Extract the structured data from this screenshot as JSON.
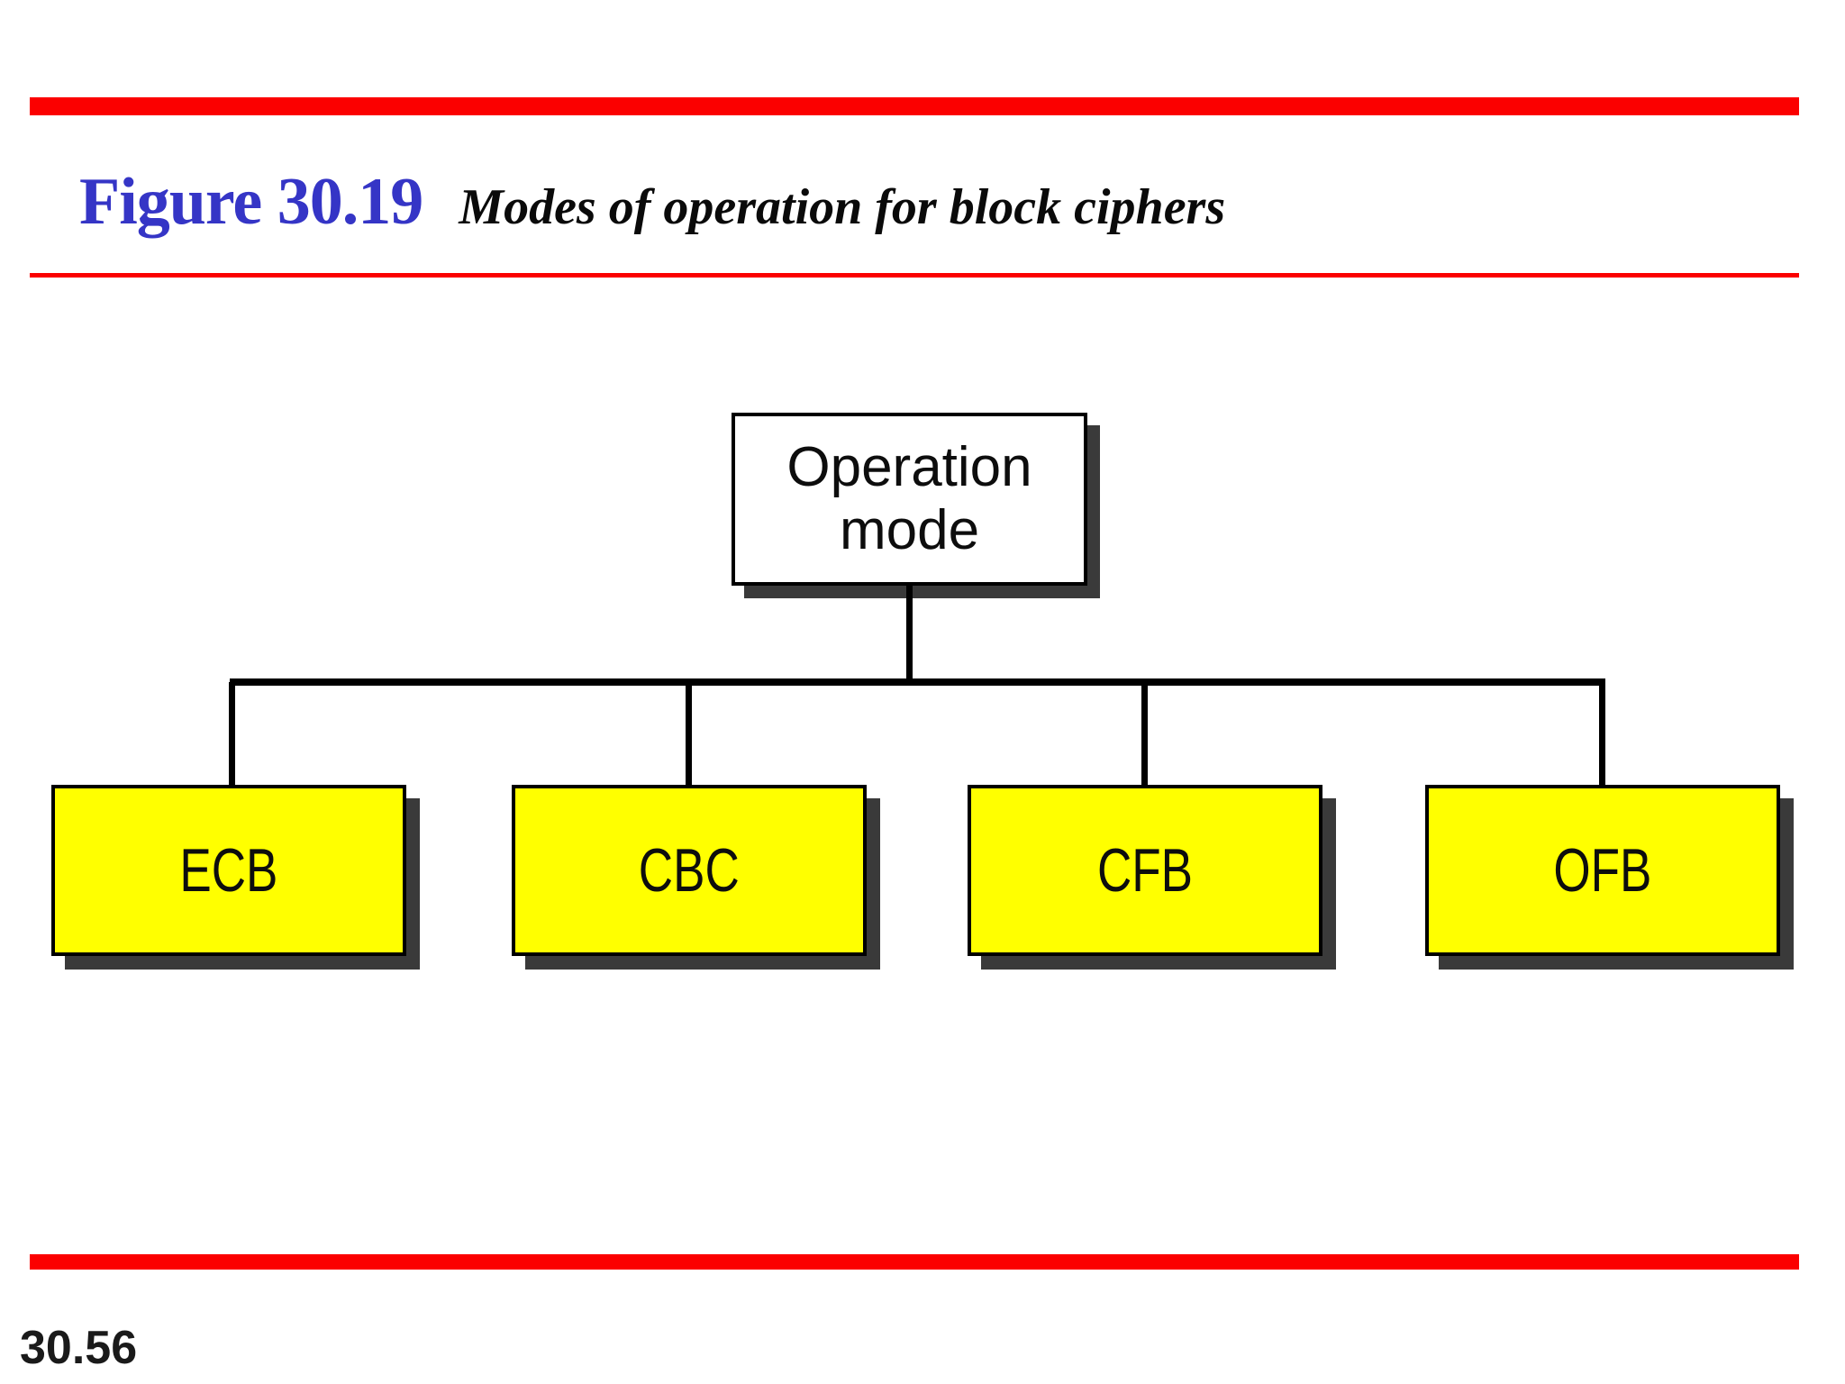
{
  "slide": {
    "figure_label": "Figure 30.19",
    "figure_caption": "Modes of operation for block ciphers",
    "page_number": "30.56"
  },
  "diagram": {
    "type": "tree",
    "root": {
      "label": "Operation mode"
    },
    "children": [
      {
        "label": "ECB"
      },
      {
        "label": "CBC"
      },
      {
        "label": "CFB"
      },
      {
        "label": "OFB"
      }
    ]
  },
  "colors": {
    "accent_red": "#fb0000",
    "title_blue": "#3535c6",
    "node_yellow": "#ffff00",
    "shadow_gray": "#3a3a3a",
    "line_black": "#000000"
  }
}
